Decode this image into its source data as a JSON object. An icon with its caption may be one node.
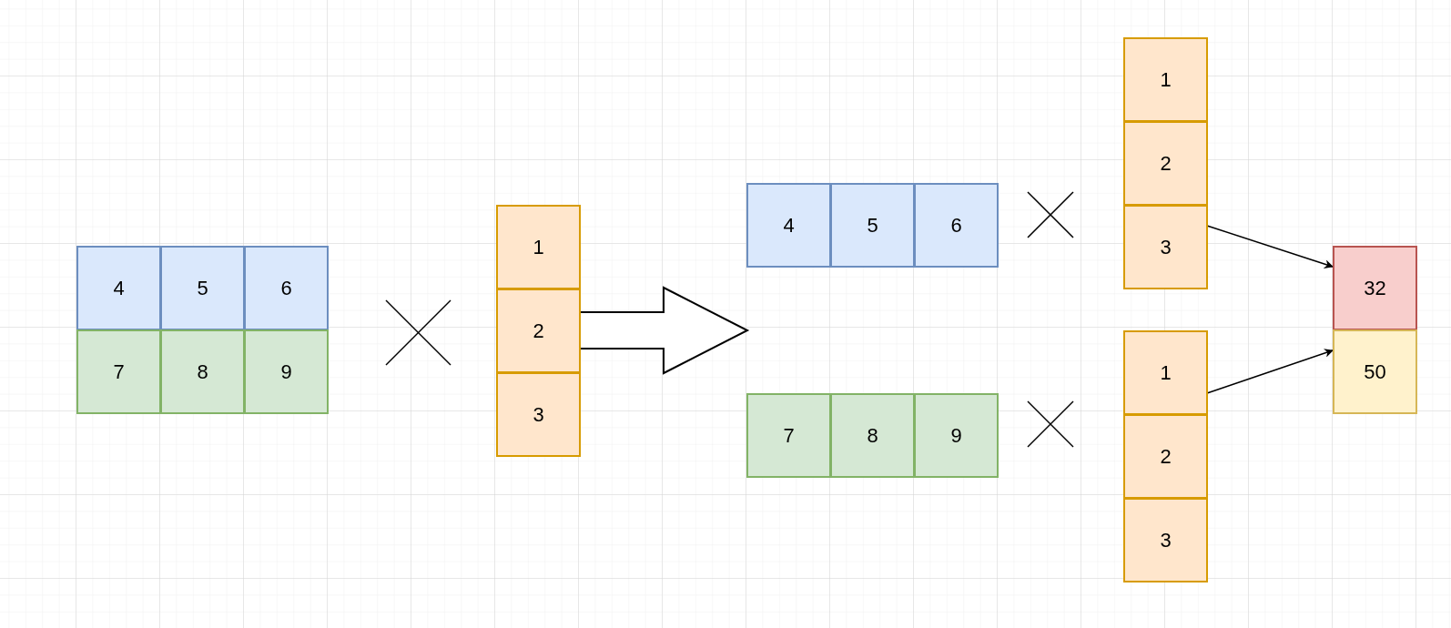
{
  "diagram": {
    "nodes": [
      {
        "text": [
          "4"
        ]
      },
      {
        "text": [
          "5"
        ]
      },
      {
        "text": [
          "6"
        ]
      },
      {
        "text": [
          "7"
        ]
      },
      {
        "text": [
          "8"
        ]
      },
      {
        "text": [
          "9"
        ]
      },
      {
        "text": [
          "1"
        ]
      },
      {
        "text": [
          "2"
        ]
      },
      {
        "text": [
          "3"
        ]
      },
      {
        "text": [
          "4"
        ]
      },
      {
        "text": [
          "5"
        ]
      },
      {
        "text": [
          "6"
        ]
      },
      {
        "text": [
          "1"
        ]
      },
      {
        "text": [
          "2"
        ]
      },
      {
        "text": [
          "3"
        ]
      },
      {
        "text": [
          "7"
        ]
      },
      {
        "text": [
          "8"
        ]
      },
      {
        "text": [
          "9"
        ]
      },
      {
        "text": [
          "1"
        ]
      },
      {
        "text": [
          "2"
        ]
      },
      {
        "text": [
          "3"
        ]
      },
      {
        "text": [
          "32"
        ]
      },
      {
        "text": [
          "50"
        ]
      }
    ],
    "edges": [
      {
        "from": 7,
        "to": null,
        "arrow": "to",
        "style": "thick"
      },
      {
        "from": 14,
        "to": 21,
        "arrow": "to"
      },
      {
        "from": 18,
        "to": 22,
        "arrow": "to"
      }
    ]
  }
}
